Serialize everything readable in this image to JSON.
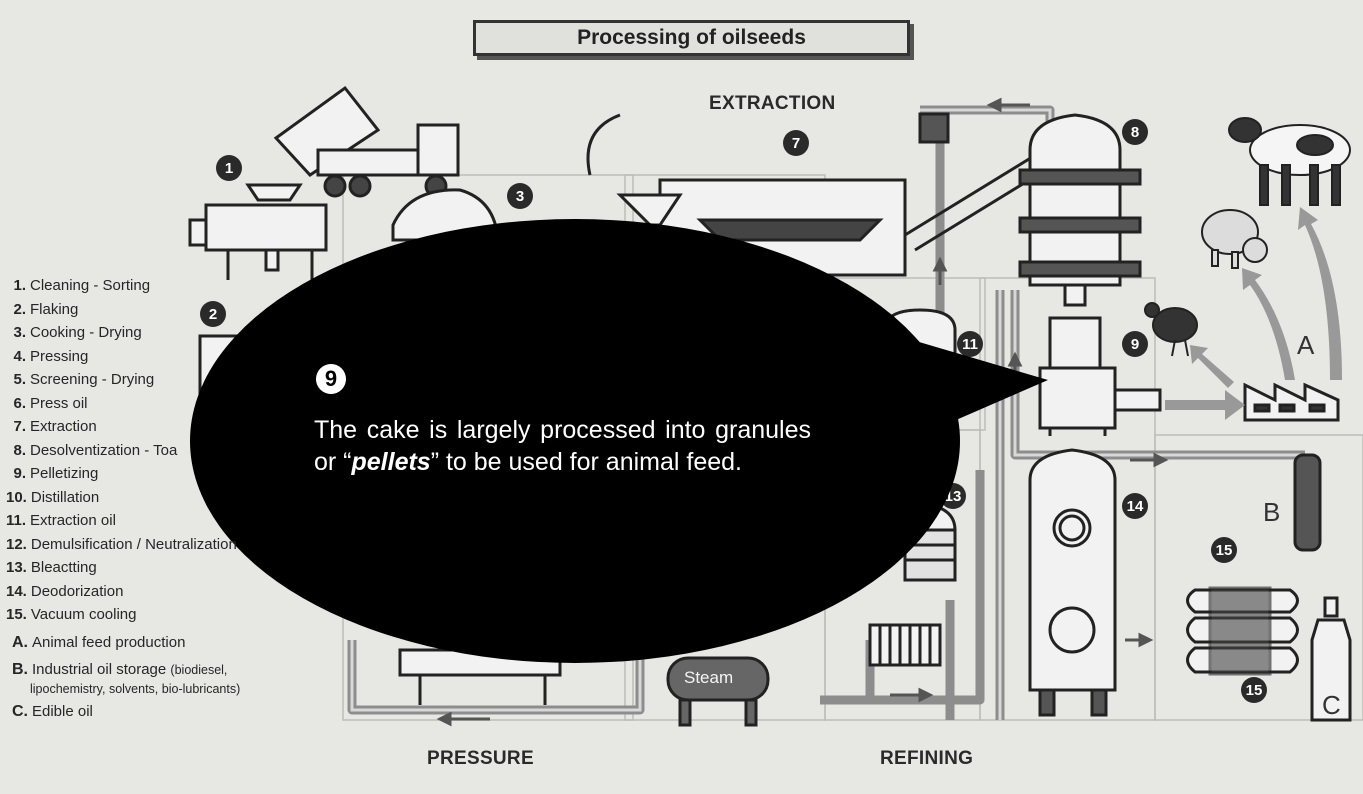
{
  "title": "Processing of oilseeds",
  "sections": {
    "extraction": "EXTRACTION",
    "pressure": "PRESSURE",
    "refining": "REFINING"
  },
  "legend": {
    "steps": [
      {
        "num": "1.",
        "label": "Cleaning - Sorting"
      },
      {
        "num": "2.",
        "label": "Flaking"
      },
      {
        "num": "3.",
        "label": "Cooking - Drying"
      },
      {
        "num": "4.",
        "label": "Pressing"
      },
      {
        "num": "5.",
        "label": "Screening - Drying"
      },
      {
        "num": "6.",
        "label": "Press oil"
      },
      {
        "num": "7.",
        "label": "Extraction"
      },
      {
        "num": "8.",
        "label": "Desolventization - Toa"
      },
      {
        "num": "9.",
        "label": "Pelletizing"
      },
      {
        "num": "10.",
        "label": "Distillation"
      },
      {
        "num": "11.",
        "label": "Extraction oil"
      },
      {
        "num": "12.",
        "label": "Demulsification / Neutralization"
      },
      {
        "num": "13.",
        "label": "Bleactting"
      },
      {
        "num": "14.",
        "label": "Deodorization"
      },
      {
        "num": "15.",
        "label": "Vacuum cooling"
      }
    ],
    "products": [
      {
        "letter": "A.",
        "label": "Animal feed production",
        "note": ""
      },
      {
        "letter": "B.",
        "label": "Industrial oil storage",
        "note": "(biodiesel,",
        "note2": "lipochemistry, solvents, bio-lubricants)"
      },
      {
        "letter": "C.",
        "label": "Edible oil",
        "note": ""
      }
    ]
  },
  "callout": {
    "number": "9",
    "text_before": "The cake is largely processed into granules or “",
    "emphasis": "pellets",
    "text_after": "” to be used for animal feed."
  },
  "markers": [
    "1",
    "2",
    "3",
    "7",
    "8",
    "9",
    "11",
    "13",
    "14",
    "15"
  ],
  "product_letters": {
    "a": "A",
    "b": "B",
    "c": "C"
  },
  "steam_label": "Steam",
  "colors": {
    "background": "#e7e7e4",
    "bubble": "#000000",
    "pipe": "#8a8a8a",
    "machine": "#f2f2f2",
    "ink": "#222222"
  }
}
